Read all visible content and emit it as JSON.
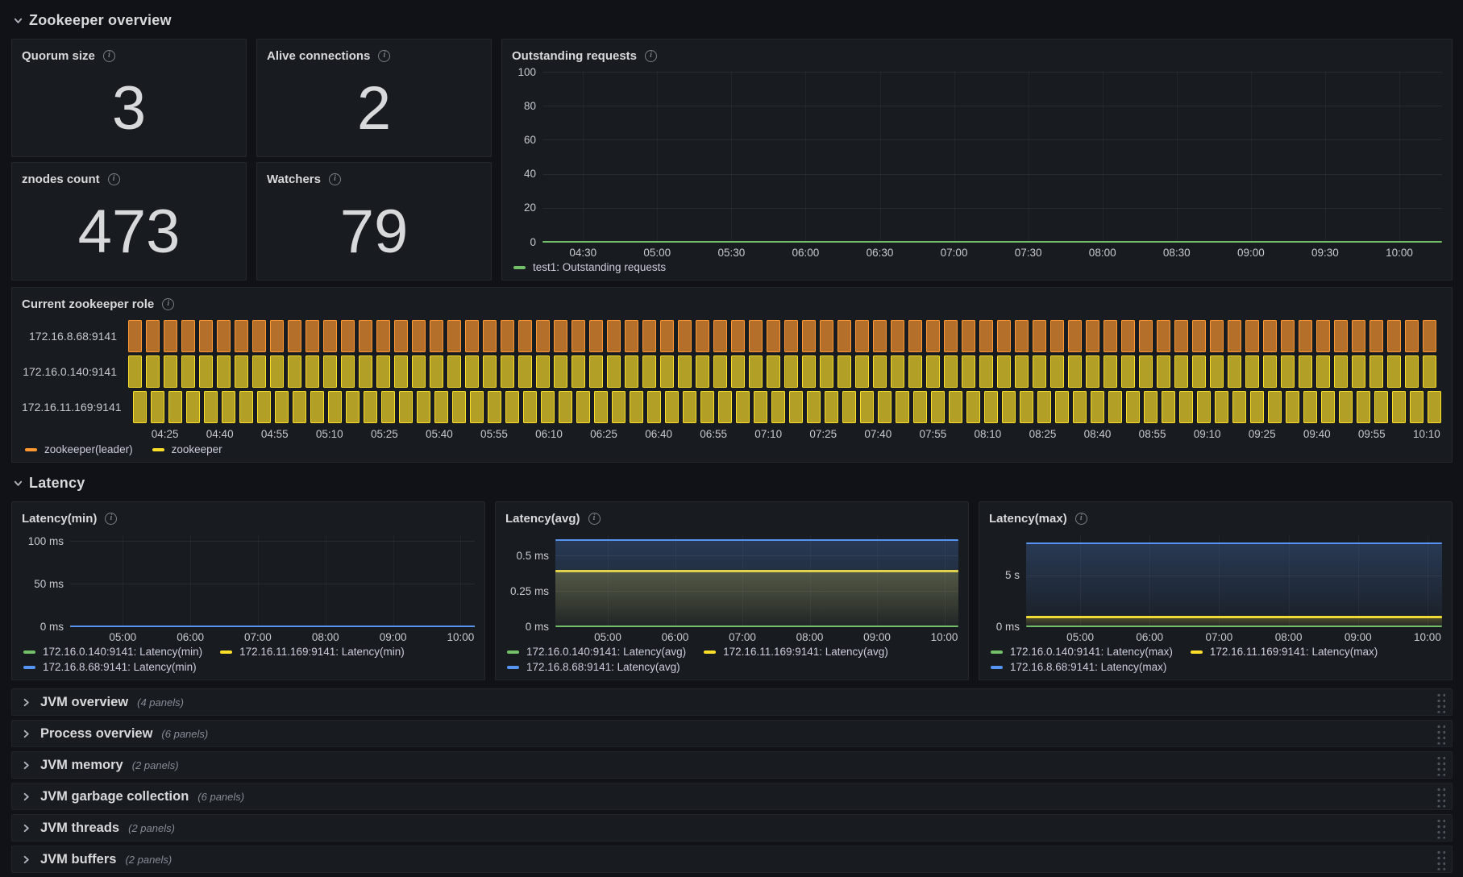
{
  "sections": {
    "zookeeper_overview": {
      "title": "Zookeeper overview"
    },
    "latency": {
      "title": "Latency"
    }
  },
  "stat_panels": [
    {
      "title": "Quorum size",
      "value": "3"
    },
    {
      "title": "Alive connections",
      "value": "2"
    },
    {
      "title": "znodes count",
      "value": "473"
    },
    {
      "title": "Watchers",
      "value": "79"
    }
  ],
  "chart_data": [
    {
      "type": "line",
      "title": "Outstanding requests",
      "ylim": [
        0,
        100
      ],
      "y_max": 100,
      "y_ticks": [
        {
          "v": 0,
          "label": "0"
        },
        {
          "v": 20,
          "label": "20"
        },
        {
          "v": 40,
          "label": "40"
        },
        {
          "v": 60,
          "label": "60"
        },
        {
          "v": 80,
          "label": "80"
        },
        {
          "v": 100,
          "label": "100"
        }
      ],
      "x_ticks": [
        "04:30",
        "05:00",
        "05:30",
        "06:00",
        "06:30",
        "07:00",
        "07:30",
        "08:00",
        "08:30",
        "09:00",
        "09:30",
        "10:00"
      ],
      "x_first_pct": 4.5,
      "x_step_pct": 8.25,
      "yaxis_width": 38,
      "series": [
        {
          "name": "test1: Outstanding requests",
          "color": "#73BF69",
          "value": 0,
          "fill": false
        }
      ],
      "legend": [
        {
          "label": "test1: Outstanding requests",
          "color": "#73BF69"
        }
      ]
    },
    {
      "type": "state-timeline",
      "title": "Current zookeeper role",
      "rows": [
        {
          "label": "172.16.8.68:9141",
          "state": "zookeeper(leader)",
          "color": "#FF9830"
        },
        {
          "label": "172.16.0.140:9141",
          "state": "zookeeper",
          "color": "#FADE2A"
        },
        {
          "label": "172.16.11.169:9141",
          "state": "zookeeper",
          "color": "#FADE2A"
        }
      ],
      "x_ticks": [
        "04:25",
        "04:40",
        "04:55",
        "05:10",
        "05:25",
        "05:40",
        "05:55",
        "06:10",
        "06:25",
        "06:40",
        "06:55",
        "07:10",
        "07:25",
        "07:40",
        "07:55",
        "08:10",
        "08:25",
        "08:40",
        "08:55",
        "09:10",
        "09:25",
        "09:40",
        "09:55",
        "10:10"
      ],
      "x_first_pct": 2.8,
      "x_step_pct": 4.175,
      "legend": [
        {
          "label": "zookeeper(leader)",
          "color": "#FF9830"
        },
        {
          "label": "zookeeper",
          "color": "#FADE2A"
        }
      ]
    },
    {
      "type": "line",
      "title": "Latency(min)",
      "ylim": [
        0,
        108
      ],
      "y_max": 108,
      "y_ticks": [
        {
          "v": 0,
          "label": "0 ms"
        },
        {
          "v": 50,
          "label": "50 ms"
        },
        {
          "v": 100,
          "label": "100 ms"
        }
      ],
      "x_ticks": [
        "05:00",
        "06:00",
        "07:00",
        "08:00",
        "09:00",
        "10:00"
      ],
      "x_first_pct": 13,
      "x_step_pct": 16.7,
      "yaxis_width": 60,
      "series": [
        {
          "name": "172.16.0.140:9141: Latency(min)",
          "color": "#73BF69",
          "value": 0,
          "fill": false
        },
        {
          "name": "172.16.11.169:9141: Latency(min)",
          "color": "#FADE2A",
          "value": 0,
          "fill": false
        },
        {
          "name": "172.16.8.68:9141: Latency(min)",
          "color": "#5794F2",
          "value": 0,
          "fill": false
        }
      ],
      "legend": [
        {
          "label": "172.16.0.140:9141: Latency(min)",
          "color": "#73BF69"
        },
        {
          "label": "172.16.11.169:9141: Latency(min)",
          "color": "#FADE2A"
        },
        {
          "label": "172.16.8.68:9141: Latency(min)",
          "color": "#5794F2"
        }
      ]
    },
    {
      "type": "line",
      "title": "Latency(avg)",
      "ylim": [
        0,
        0.65
      ],
      "y_max": 0.65,
      "y_ticks": [
        {
          "v": 0,
          "label": "0 ms"
        },
        {
          "v": 0.25,
          "label": "0.25 ms"
        },
        {
          "v": 0.5,
          "label": "0.5 ms"
        }
      ],
      "x_ticks": [
        "05:00",
        "06:00",
        "07:00",
        "08:00",
        "09:00",
        "10:00"
      ],
      "x_first_pct": 13,
      "x_step_pct": 16.7,
      "yaxis_width": 62,
      "series": [
        {
          "name": "172.16.0.140:9141: Latency(avg)",
          "color": "#73BF69",
          "value": 0,
          "fill": false
        },
        {
          "name": "172.16.11.169:9141: Latency(avg)",
          "color": "#FADE2A",
          "value": 0.39,
          "fill": true
        },
        {
          "name": "172.16.8.68:9141: Latency(avg)",
          "color": "#5794F2",
          "value": 0.61,
          "fill": true
        }
      ],
      "legend": [
        {
          "label": "172.16.0.140:9141: Latency(avg)",
          "color": "#73BF69"
        },
        {
          "label": "172.16.11.169:9141: Latency(avg)",
          "color": "#FADE2A"
        },
        {
          "label": "172.16.8.68:9141: Latency(avg)",
          "color": "#5794F2"
        }
      ]
    },
    {
      "type": "line",
      "title": "Latency(max)",
      "ylim": [
        0,
        9
      ],
      "y_max": 9,
      "y_ticks": [
        {
          "v": 0,
          "label": "0 ms"
        },
        {
          "v": 5,
          "label": "5 s"
        }
      ],
      "x_ticks": [
        "05:00",
        "06:00",
        "07:00",
        "08:00",
        "09:00",
        "10:00"
      ],
      "x_first_pct": 13,
      "x_step_pct": 16.7,
      "yaxis_width": 46,
      "series": [
        {
          "name": "172.16.0.140:9141: Latency(max)",
          "color": "#73BF69",
          "value": 0,
          "fill": false
        },
        {
          "name": "172.16.11.169:9141: Latency(max)",
          "color": "#FADE2A",
          "value": 0.9,
          "fill": true
        },
        {
          "name": "172.16.8.68:9141: Latency(max)",
          "color": "#5794F2",
          "value": 8.1,
          "fill": true
        }
      ],
      "legend": [
        {
          "label": "172.16.0.140:9141: Latency(max)",
          "color": "#73BF69"
        },
        {
          "label": "172.16.11.169:9141: Latency(max)",
          "color": "#FADE2A"
        },
        {
          "label": "172.16.8.68:9141: Latency(max)",
          "color": "#5794F2"
        }
      ]
    }
  ],
  "collapsed_sections": [
    {
      "title": "JVM overview",
      "count": "(4 panels)"
    },
    {
      "title": "Process overview",
      "count": "(6 panels)"
    },
    {
      "title": "JVM memory",
      "count": "(2 panels)"
    },
    {
      "title": "JVM garbage collection",
      "count": "(6 panels)"
    },
    {
      "title": "JVM threads",
      "count": "(2 panels)"
    },
    {
      "title": "JVM buffers",
      "count": "(2 panels)"
    }
  ],
  "colors": {
    "page_bg": "#111217",
    "panel_bg": "#181B1F",
    "text_primary": "#D8D9DA",
    "text_secondary": "#878B96",
    "green": "#73BF69",
    "yellow": "#FADE2A",
    "blue": "#5794F2",
    "orange": "#FF9830",
    "grid": "rgba(204,204,220,0.09)"
  }
}
